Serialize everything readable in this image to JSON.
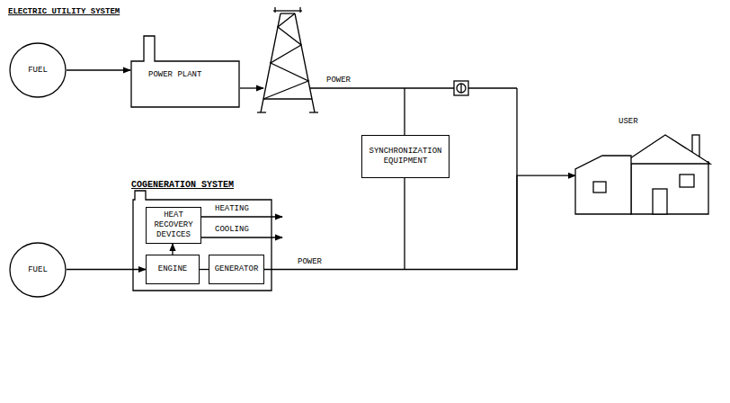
{
  "diagram": {
    "nodes": [
      {
        "text": [
          "FUEL"
        ]
      },
      {
        "text": [
          "POWER PLANT"
        ]
      },
      {
        "text": [
          "USER"
        ]
      },
      {
        "text": [
          "SYNCHRONIZATION EQUIPMENT"
        ]
      },
      {
        "text": [
          "COGENERATION SYSTEM"
        ]
      },
      {
        "text": [
          "HEAT RECOVERY DEVICES"
        ],
        "in": 4
      },
      {
        "text": [
          "ENGINE"
        ],
        "in": 4
      },
      {
        "text": [
          "GENERATOR"
        ],
        "in": 4
      },
      {
        "text": [
          "FUEL"
        ]
      }
    ],
    "edges": [
      {
        "from": 0,
        "to": 1,
        "arrow": "to"
      },
      {
        "from": 8,
        "to": 6,
        "arrow": "to"
      },
      {
        "from": 6,
        "to": 5,
        "arrow": "to"
      },
      {
        "from": 6,
        "to": 7,
        "arrow": "none"
      },
      {
        "from": 7,
        "to": 2,
        "label": "POWER",
        "arrow": "to"
      }
    ],
    "labels": [
      "ELECTRIC UTILITY SYSTEM",
      "POWER",
      "HEATING",
      "COOLING"
    ]
  }
}
